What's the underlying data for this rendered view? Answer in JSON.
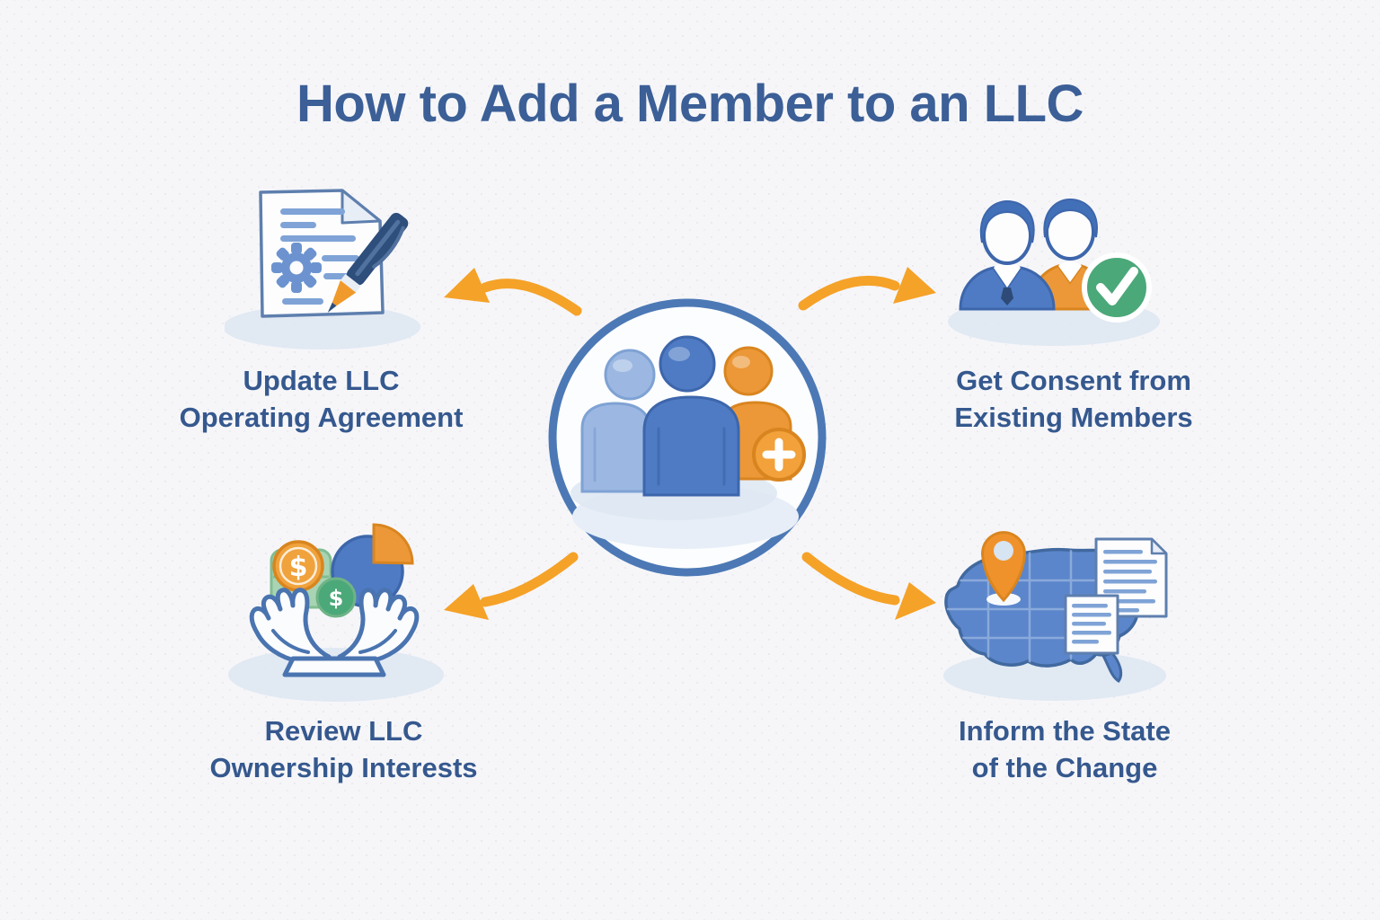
{
  "title": "How to Add a Member to an LLC",
  "center": {
    "icon": "members-group-add",
    "description": "group of three members with add badge"
  },
  "steps": [
    {
      "id": "update-operating-agreement",
      "label_line1": "Update LLC",
      "label_line2": "Operating Agreement",
      "icon": "document-gear-pen",
      "position": "top-left"
    },
    {
      "id": "get-consent",
      "label_line1": "Get Consent from",
      "label_line2": "Existing Members",
      "icon": "two-members-approved-check",
      "position": "top-right"
    },
    {
      "id": "review-ownership",
      "label_line1": "Review LLC",
      "label_line2": "Ownership Interests",
      "icon": "hands-coins-pie-chart",
      "position": "bottom-left"
    },
    {
      "id": "inform-state",
      "label_line1": "Inform the State",
      "label_line2": "of the Change",
      "icon": "us-map-pin-documents",
      "position": "bottom-right"
    }
  ],
  "colors": {
    "bg": "#f6f6f9",
    "title-blue": "#3b5f96",
    "label-blue": "#35588e",
    "arrow-orange": "#f5a228",
    "primary-blue": "#4e7bc4",
    "outline-blue": "#3d66ab",
    "light-blue": "#9cb8e2",
    "person-orange": "#ec9838",
    "orange-outline": "#d9851f",
    "green": "#4ba879",
    "coin-green": "#90c8a0",
    "shadow-blue": "#dde6f2",
    "doc-line": "#7fa3d6"
  }
}
